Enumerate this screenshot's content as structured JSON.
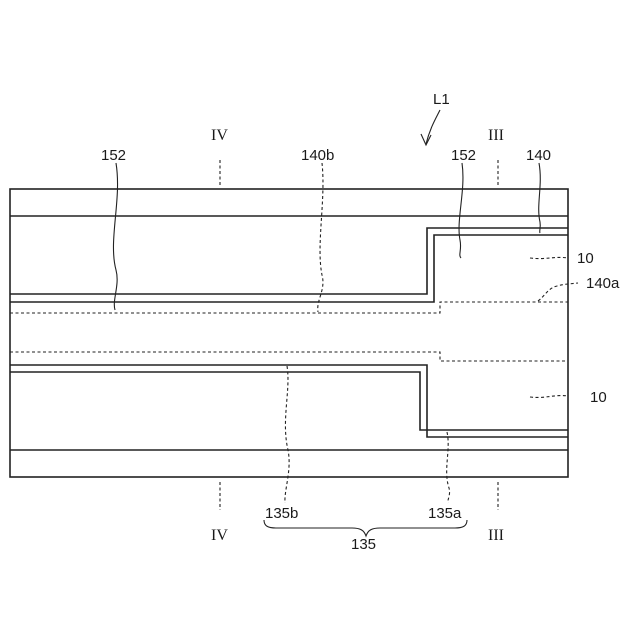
{
  "figure": {
    "ref_label": "L1",
    "labels": {
      "l152_left": "152",
      "l140b": "140b",
      "l152_right": "152",
      "l140": "140",
      "l10_top": "10",
      "l140a": "140a",
      "l10_bottom": "10",
      "l135b": "135b",
      "l135a": "135a",
      "l135": "135"
    },
    "section_marks": {
      "iv_top": "IV",
      "iii_top": "III",
      "iv_bottom": "IV",
      "iii_bottom": "III"
    }
  }
}
